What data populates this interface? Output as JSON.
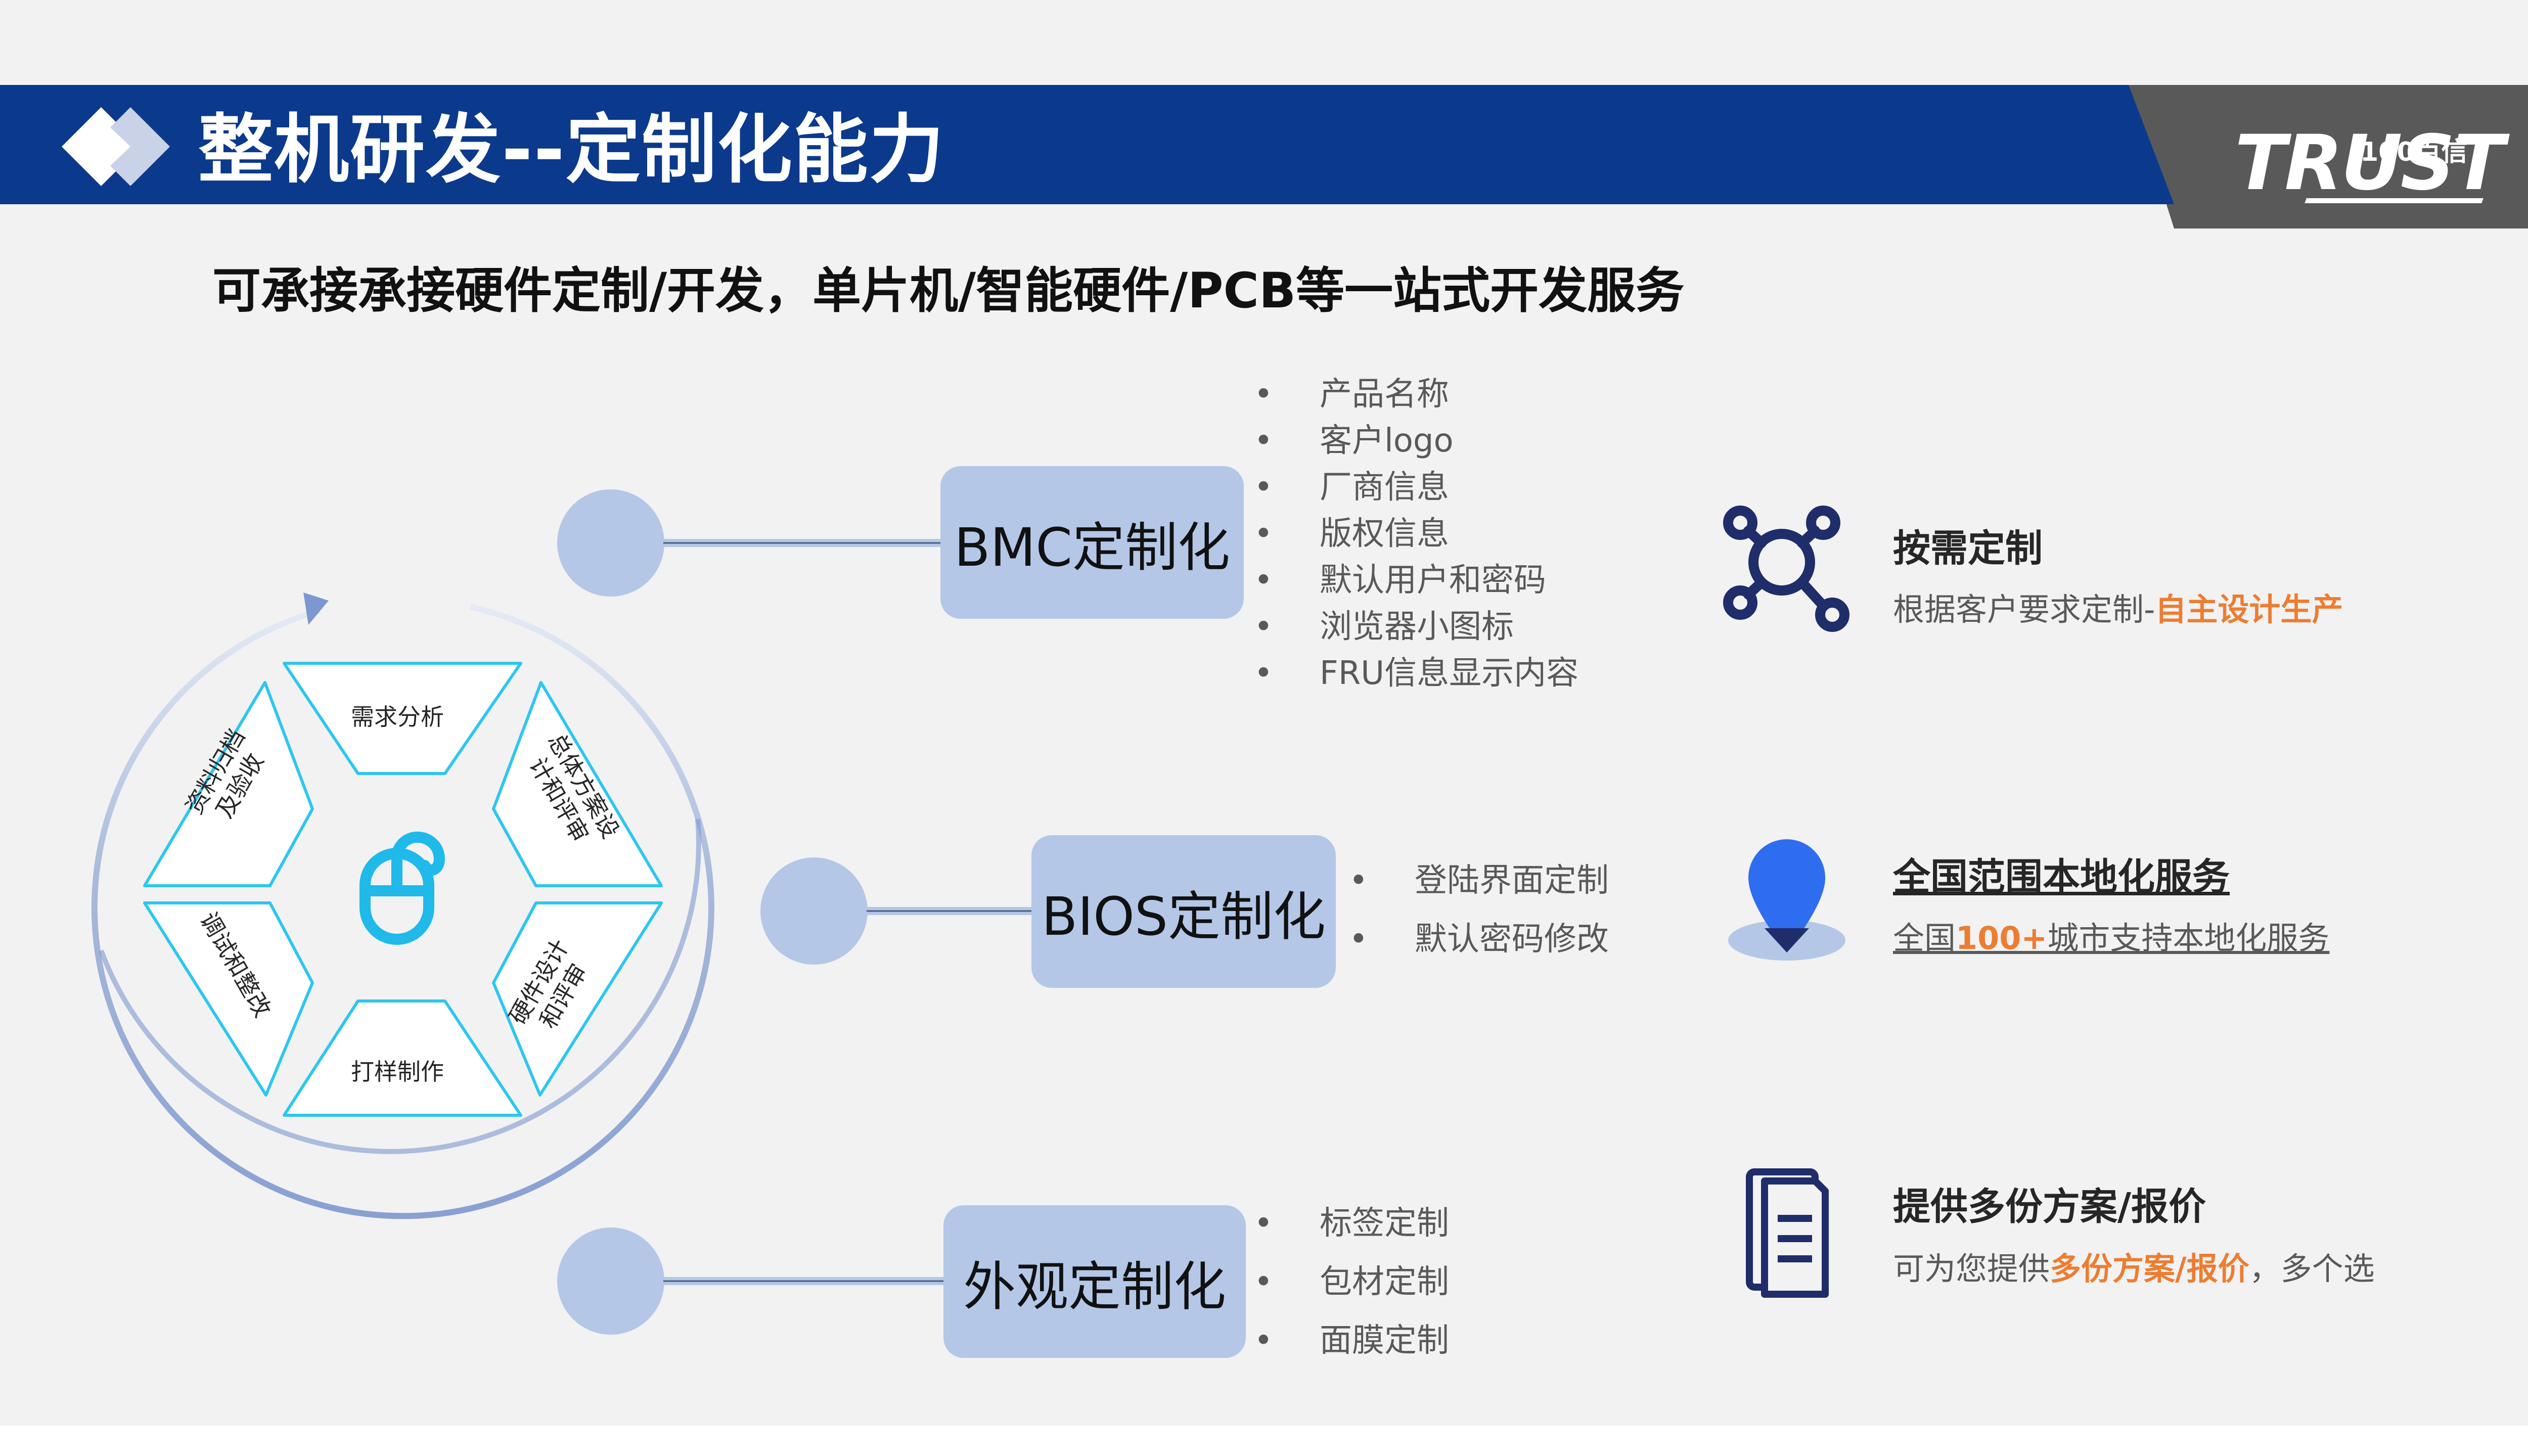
{
  "header": {
    "title": "整机研发--定制化能力",
    "logo_text": "TRUST",
    "logo_badge": "100百信"
  },
  "subtitle": "可承接承接硬件定制/开发，单片机/智能硬件/PCB等一站式开发服务",
  "cycle": {
    "segments": [
      "需求分析",
      "总体方案设\n计和评审",
      "硬件设计\n和评审",
      "打样制作",
      "调试和整改",
      "资料归档\n及验收"
    ],
    "center_icon": "mouse-icon"
  },
  "customizations": [
    {
      "label": "BMC定制化",
      "items": [
        "产品名称",
        "客户logo",
        "厂商信息",
        "版权信息",
        "默认用户和密码",
        "浏览器小图标",
        "FRU信息显示内容"
      ]
    },
    {
      "label": "BIOS定制化",
      "items": [
        "登陆界面定制",
        "默认密码修改"
      ]
    },
    {
      "label": "外观定制化",
      "items": [
        "标签定制",
        "包材定制",
        "面膜定制"
      ]
    }
  ],
  "features": [
    {
      "icon": "network-nodes-icon",
      "title": "按需定制",
      "text_prefix": "根据客户要求定制-",
      "text_highlight": "自主设计生产",
      "text_suffix": ""
    },
    {
      "icon": "location-pin-icon",
      "title": "全国范围本地化服务",
      "text_prefix": "全国",
      "text_highlight": "100+",
      "text_suffix": "城市支持本地化服务"
    },
    {
      "icon": "document-icon",
      "title": "提供多份方案/报价",
      "text_prefix": "可为您提供",
      "text_highlight": "多份方案/报价",
      "text_suffix": "，多个选"
    }
  ],
  "colors": {
    "header_blue": "#0b3a8c",
    "header_gray": "#595959",
    "box_fill": "#b4c7e7",
    "cycle_cyan": "#2ec6f0",
    "accent_orange": "#ed7d31",
    "icon_navy": "#1f2d6b",
    "pin_blue": "#2f6df0"
  }
}
